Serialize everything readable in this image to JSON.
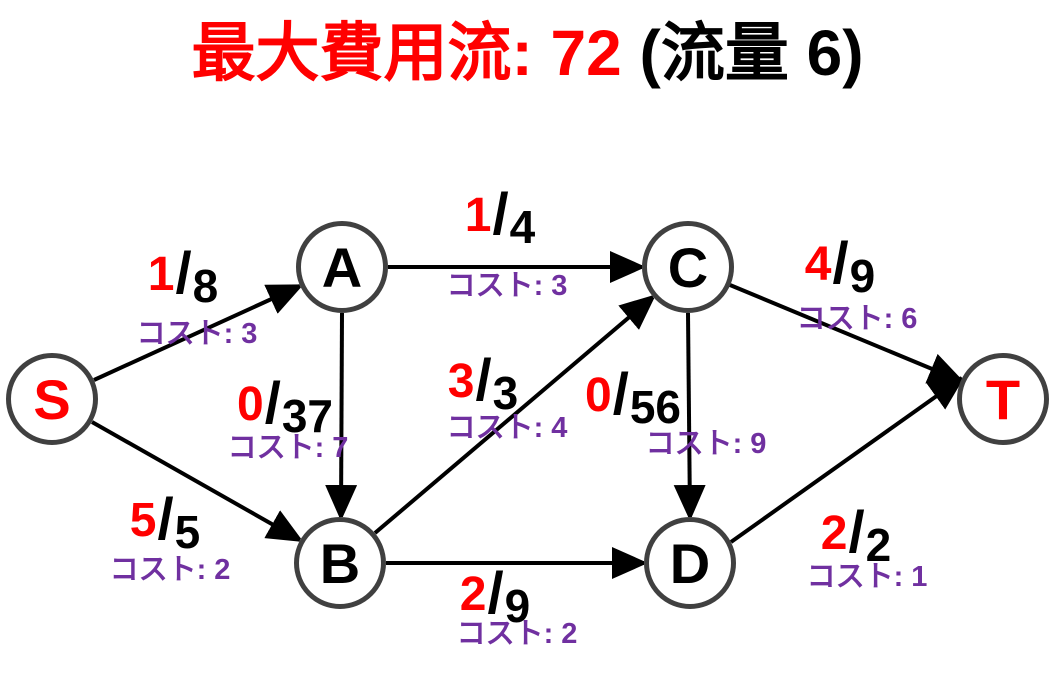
{
  "title": {
    "red_part": "最大費用流: 72",
    "black_part": "(流量 6)"
  },
  "fraction_separator": "/",
  "colors": {
    "flow_red": "#ff0000",
    "cost_purple": "#7030a0",
    "edge_black": "#000000",
    "node_border": "#404040"
  },
  "nodes": {
    "S": {
      "label": "S"
    },
    "A": {
      "label": "A"
    },
    "B": {
      "label": "B"
    },
    "C": {
      "label": "C"
    },
    "D": {
      "label": "D"
    },
    "T": {
      "label": "T"
    }
  },
  "edges": {
    "s_a": {
      "from": "S",
      "to": "A",
      "flow": "1",
      "capacity": "8",
      "cost_label": "コスト: 3"
    },
    "s_b": {
      "from": "S",
      "to": "B",
      "flow": "5",
      "capacity": "5",
      "cost_label": "コスト: 2"
    },
    "a_c": {
      "from": "A",
      "to": "C",
      "flow": "1",
      "capacity": "4",
      "cost_label": "コスト: 3"
    },
    "a_b": {
      "from": "A",
      "to": "B",
      "flow": "0",
      "capacity": "37",
      "cost_label": "コスト: 7"
    },
    "b_c": {
      "from": "B",
      "to": "C",
      "flow": "3",
      "capacity": "3",
      "cost_label": "コスト: 4"
    },
    "c_d": {
      "from": "C",
      "to": "D",
      "flow": "0",
      "capacity": "56",
      "cost_label": "コスト: 9"
    },
    "b_d": {
      "from": "B",
      "to": "D",
      "flow": "2",
      "capacity": "9",
      "cost_label": "コスト: 2"
    },
    "c_t": {
      "from": "C",
      "to": "T",
      "flow": "4",
      "capacity": "9",
      "cost_label": "コスト: 6"
    },
    "d_t": {
      "from": "D",
      "to": "T",
      "flow": "2",
      "capacity": "2",
      "cost_label": "コスト: 1"
    }
  }
}
